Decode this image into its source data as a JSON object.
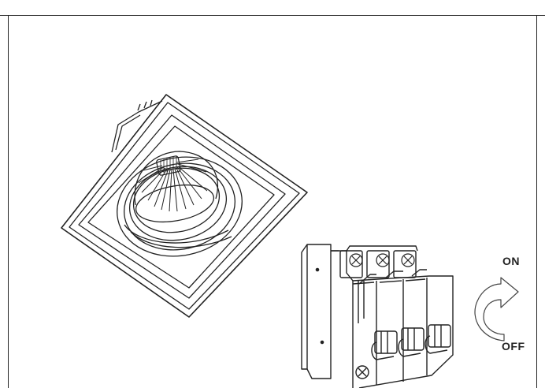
{
  "figure": {
    "fixture_icon": "recessed-downlight-fixture",
    "breaker_icon": "three-pole-circuit-breaker",
    "rotate_icon": "rotate-arrow-icon",
    "labels": {
      "on": "ON",
      "off": "OFF"
    }
  }
}
